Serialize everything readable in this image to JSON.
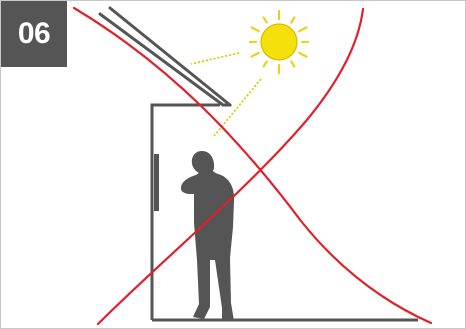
{
  "badge": {
    "number": "06"
  },
  "colors": {
    "badge_background": "#555555",
    "badge_text": "#ffffff",
    "structure": "#555555",
    "person": "#555555",
    "sun_fill": "#f4e00a",
    "sun_outline": "#e0b800",
    "sun_rays": "#e8d21a",
    "light_beam": "#e0c400",
    "cross_lines": "#e0202a",
    "border": "#c9c9c9"
  },
  "icons": {
    "badge": "step-number-badge",
    "sun": "sun-icon",
    "person": "person-silhouette-icon",
    "awning": "awning-roof",
    "doorway": "door-frame",
    "cross": "prohibited-cross"
  }
}
